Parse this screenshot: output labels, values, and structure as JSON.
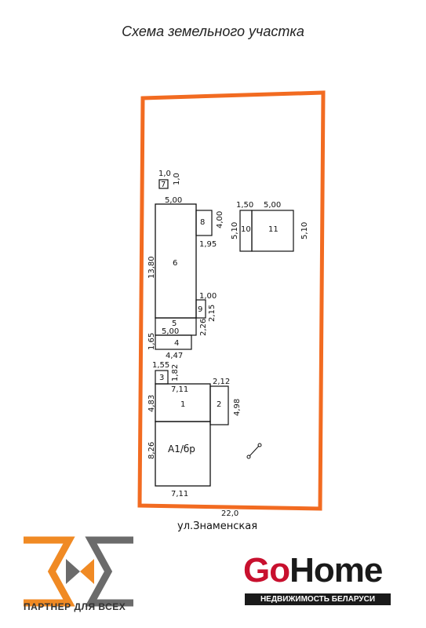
{
  "title": "Схема земельного участка",
  "street": "ул.Знаменская",
  "plot_width": "22,0",
  "buildings": {
    "b1": {
      "num": "1",
      "w": "7,11",
      "h": "4,83"
    },
    "b2": {
      "num": "2",
      "w": "2,12",
      "h": "4,98"
    },
    "b3": {
      "num": "3",
      "w": "1,55",
      "h": "1,82"
    },
    "b4": {
      "num": "4",
      "w": "4,47",
      "h": "1,65"
    },
    "b5": {
      "num": "5",
      "w": "5,00",
      "h": "2,26"
    },
    "b6": {
      "num": "6",
      "w": "5,00",
      "h": "13,80"
    },
    "b7": {
      "num": "7",
      "w": "1,0",
      "h": "1,0"
    },
    "b8": {
      "num": "8",
      "w": "1,95",
      "h": "4,00"
    },
    "b9": {
      "num": "9",
      "w": "1,00",
      "h": "2,15"
    },
    "b10": {
      "num": "10",
      "w": "1,50",
      "h": "5,10"
    },
    "b11": {
      "num": "11",
      "w": "5,00",
      "h": "5,10"
    },
    "a1": {
      "label": "А1/бр",
      "w": "7,11",
      "h": "8,26"
    }
  },
  "logos": {
    "partner_text": "ПАРТНЕР ДЛЯ ВСЕХ",
    "gohome_go": "Go",
    "gohome_home": "Home",
    "gohome_tagline": "НЕДВИЖИМОСТЬ БЕЛАРУСИ"
  },
  "colors": {
    "boundary": "#f26b21",
    "brand_red": "#c8102e",
    "brand_gray": "#6b6b6b",
    "brand_orange": "#f08a24"
  }
}
